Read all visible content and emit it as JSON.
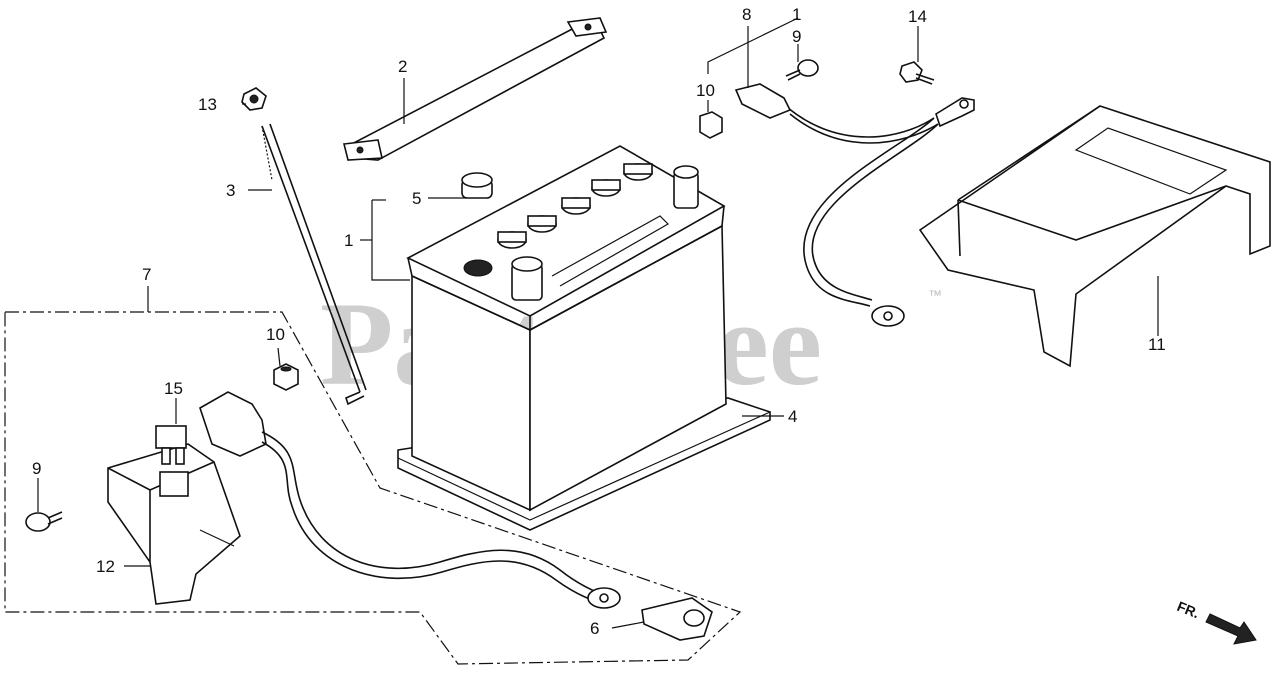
{
  "watermark": "PartsTree",
  "watermark_tm": "™",
  "direction_label": "FR.",
  "callouts": {
    "c1": "1",
    "c2": "2",
    "c3": "3",
    "c4": "4",
    "c5": "5",
    "c6": "6",
    "c7": "7",
    "c8": "8",
    "c9a": "9",
    "c9b": "9",
    "c10a": "10",
    "c10b": "10",
    "c11": "11",
    "c12": "12",
    "c13": "13",
    "c14": "14",
    "c15": "15",
    "c1b": "1"
  },
  "colors": {
    "ink": "#111111",
    "watermark": "#cfcfcf",
    "paper": "#ffffff"
  }
}
